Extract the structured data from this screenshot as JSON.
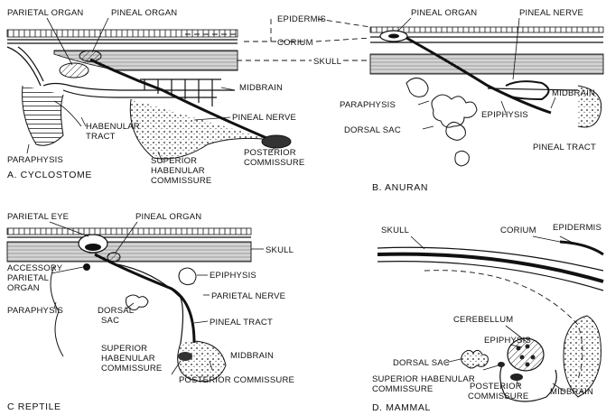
{
  "panels": {
    "a": {
      "caption": "A. CYCLOSTOME",
      "labels": {
        "parietal_organ": "PARIETAL ORGAN",
        "pineal_organ": "PINEAL ORGAN",
        "midbrain": "MIDBRAIN",
        "habenular_tract_1": "HABENULAR",
        "habenular_tract_2": "TRACT",
        "pineal_nerve": "PINEAL NERVE",
        "paraphysis": "PARAPHYSIS",
        "superior_1": "SUPERIOR",
        "superior_2": "HABENULAR",
        "superior_3": "COMMISSURE",
        "posterior_1": "POSTERIOR",
        "posterior_2": "COMMISSURE"
      }
    },
    "shared": {
      "epidermis": "EPIDERMIS",
      "corium": "CORIUM",
      "skull": "SKULL"
    },
    "b": {
      "caption": "B.  ANURAN",
      "labels": {
        "pineal_organ": "PINEAL ORGAN",
        "pineal_nerve": "PINEAL NERVE",
        "midbrain": "MIDBRAIN",
        "paraphysis": "PARAPHYSIS",
        "epiphysis": "EPIPHYSIS",
        "dorsal_sac": "DORSAL SAC",
        "pineal_tract": "PINEAL TRACT"
      }
    },
    "c": {
      "caption": "C  REPTILE",
      "labels": {
        "parietal_eye": "PARIETAL EYE",
        "pineal_organ": "PINEAL ORGAN",
        "skull": "SKULL",
        "accessory_1": "ACCESSORY",
        "accessory_2": "PARIETAL",
        "accessory_3": "ORGAN",
        "epiphysis": "EPIPHYSIS",
        "paraphysis": "PARAPHYSIS",
        "dorsal_sac_1": "DORSAL",
        "dorsal_sac_2": "SAC",
        "parietal_nerve": "PARIETAL NERVE",
        "pineal_tract": "PINEAL TRACT",
        "superior_1": "SUPERIOR",
        "superior_2": "HABENULAR",
        "superior_3": "COMMISSURE",
        "midbrain": "MIDBRAIN",
        "posterior": "POSTERIOR COMMISSURE"
      }
    },
    "d": {
      "caption": "D.  MAMMAL",
      "labels": {
        "skull": "SKULL",
        "corium": "CORIUM",
        "epidermis": "EPIDERMIS",
        "cerebellum": "CEREBELLUM",
        "epiphysis": "EPIPHYSIS",
        "dorsal_sac": "DORSAL SAC",
        "superior_1": "SUPERIOR HABENULAR",
        "superior_2": "COMMISSURE",
        "posterior_1": "POSTERIOR",
        "posterior_2": "COMMISSURE",
        "midbrain": "MIDBRAIN"
      }
    }
  }
}
